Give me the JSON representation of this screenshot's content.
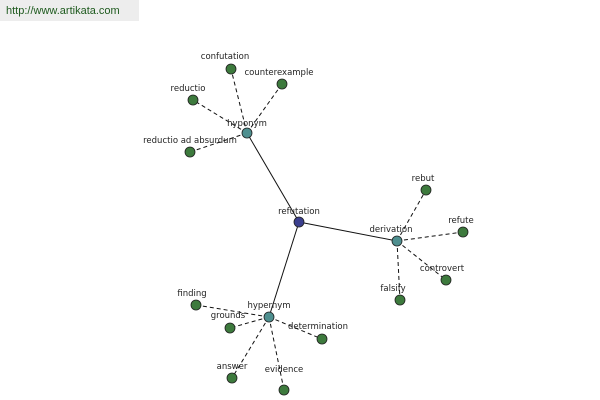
{
  "banner": {
    "url": "http://www.artikata.com"
  },
  "colors": {
    "center_node": "#3b3f8e",
    "relation_node": "#4e8f8f",
    "leaf_node": "#3d7a3d",
    "node_stroke": "#1f1f1f",
    "solid_edge": "#111111",
    "dashed_edge": "#111111"
  },
  "center": {
    "label": "refutation"
  },
  "relations": [
    {
      "label": "hyponym",
      "leaves": [
        "confutation",
        "counterexample",
        "reductio",
        "reductio ad absurdum"
      ]
    },
    {
      "label": "derivation",
      "leaves": [
        "rebut",
        "refute",
        "controvert",
        "falsify"
      ]
    },
    {
      "label": "hypernym",
      "leaves": [
        "finding",
        "grounds",
        "determination",
        "answer",
        "evidence"
      ]
    }
  ]
}
